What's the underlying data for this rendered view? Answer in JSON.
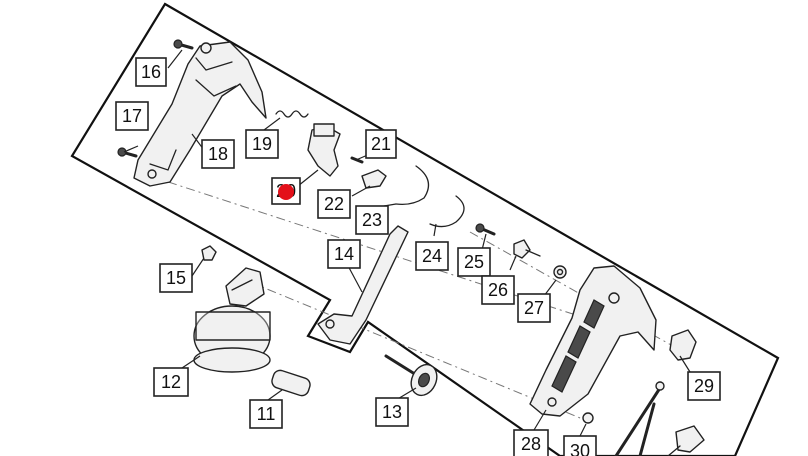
{
  "diagram": {
    "labels": [
      {
        "id": "16",
        "text": "16"
      },
      {
        "id": "17",
        "text": "17"
      },
      {
        "id": "18",
        "text": "18"
      },
      {
        "id": "19",
        "text": "19"
      },
      {
        "id": "20",
        "text": "20"
      },
      {
        "id": "21",
        "text": "21"
      },
      {
        "id": "22",
        "text": "22"
      },
      {
        "id": "23",
        "text": "23"
      },
      {
        "id": "24",
        "text": "24"
      },
      {
        "id": "25",
        "text": "25"
      },
      {
        "id": "26",
        "text": "26"
      },
      {
        "id": "27",
        "text": "27"
      },
      {
        "id": "28",
        "text": "28"
      },
      {
        "id": "29",
        "text": "29"
      },
      {
        "id": "30",
        "text": "30"
      },
      {
        "id": "15",
        "text": "15"
      },
      {
        "id": "14",
        "text": "14"
      },
      {
        "id": "12",
        "text": "12"
      },
      {
        "id": "11",
        "text": "11"
      },
      {
        "id": "13",
        "text": "13"
      }
    ],
    "highlight_color": "#e3101a"
  }
}
